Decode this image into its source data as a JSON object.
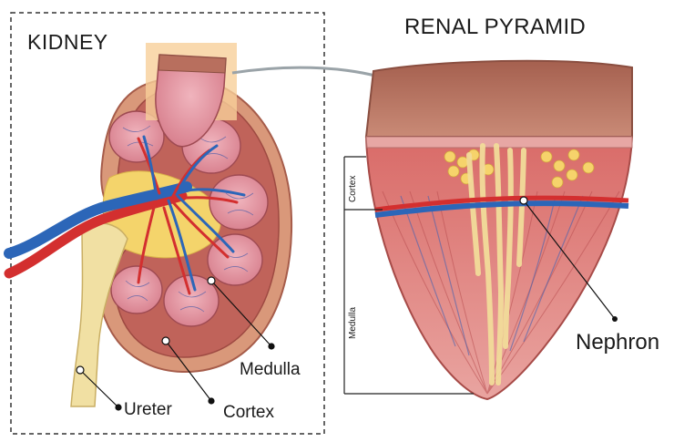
{
  "left_panel": {
    "title": "KIDNEY",
    "labels": {
      "medulla": "Medulla",
      "ureter": "Ureter",
      "cortex": "Cortex"
    }
  },
  "right_panel": {
    "title": "RENAL PYRAMID",
    "labels": {
      "nephron": "Nephron"
    },
    "bracket_labels": {
      "cortex": "Cortex",
      "medulla": "Medulla"
    }
  },
  "colors": {
    "capsule": "#d9987a",
    "cortex": "#c0635a",
    "medulla": "#d27a86",
    "artery": "#d32f2f",
    "vein": "#2c66b8",
    "ureter": "#f1e0a3",
    "fat": "#f4d46b",
    "pyramid_cap": "#b86f5e",
    "highlight": "#f8cf9a"
  }
}
